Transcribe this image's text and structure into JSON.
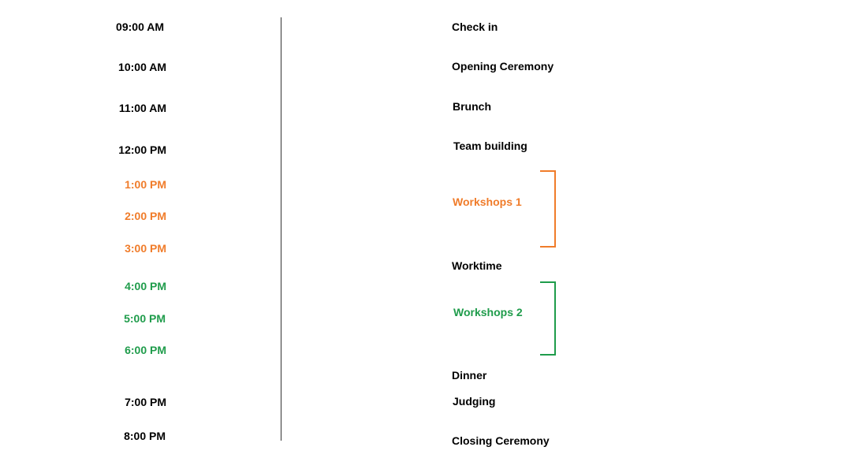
{
  "colors": {
    "text_default": "#000000",
    "workshops_1": "#f07c2a",
    "workshops_2": "#1f9c4b",
    "divider": "#333333"
  },
  "times": [
    {
      "label": "09:00 AM",
      "group": "default"
    },
    {
      "label": "10:00 AM",
      "group": "default"
    },
    {
      "label": "11:00 AM",
      "group": "default"
    },
    {
      "label": "12:00 PM",
      "group": "default"
    },
    {
      "label": "1:00 PM",
      "group": "workshops_1"
    },
    {
      "label": "2:00 PM",
      "group": "workshops_1"
    },
    {
      "label": "3:00 PM",
      "group": "workshops_1"
    },
    {
      "label": "4:00 PM",
      "group": "workshops_2"
    },
    {
      "label": "5:00 PM",
      "group": "workshops_2"
    },
    {
      "label": "6:00 PM",
      "group": "workshops_2"
    },
    {
      "label": "7:00 PM",
      "group": "default"
    },
    {
      "label": "8:00 PM",
      "group": "default"
    }
  ],
  "events": [
    {
      "label": "Check in",
      "group": "default"
    },
    {
      "label": "Opening Ceremony",
      "group": "default"
    },
    {
      "label": "Brunch",
      "group": "default"
    },
    {
      "label": "Team building",
      "group": "default"
    },
    {
      "label": "Workshops 1",
      "group": "workshops_1"
    },
    {
      "label": "Worktime",
      "group": "default"
    },
    {
      "label": "Workshops 2",
      "group": "workshops_2"
    },
    {
      "label": "Dinner",
      "group": "default"
    },
    {
      "label": "Judging",
      "group": "default"
    },
    {
      "label": "Closing Ceremony",
      "group": "default"
    }
  ]
}
